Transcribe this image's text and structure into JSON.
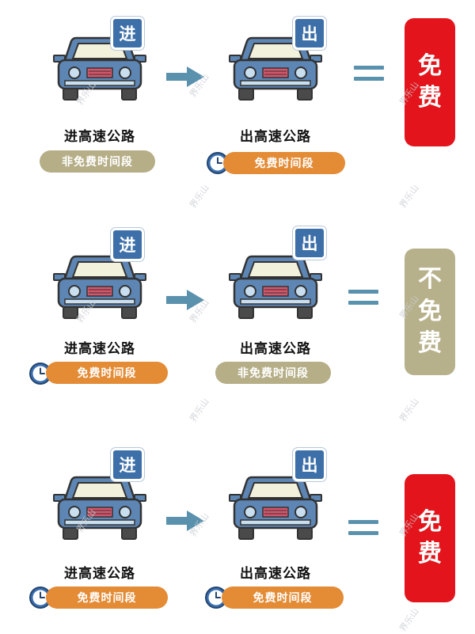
{
  "labels": {
    "enter_badge": "进",
    "exit_badge": "出",
    "enter_highway": "进高速公路",
    "exit_highway": "出高速公路",
    "free_period": "免费时间段",
    "nonfree_period": "非免费时间段"
  },
  "results": {
    "free": [
      "免",
      "费"
    ],
    "not_free": [
      "不",
      "免",
      "费"
    ]
  },
  "watermark": "界乐山",
  "colors": {
    "car_body": "#5d86b5",
    "badge": "#3d6fa8",
    "free_pill": "#e38b35",
    "nonfree_pill": "#b5ae87",
    "result_free": "#e3141b",
    "result_not_free": "#b7b18b",
    "arrow": "#5a91ad"
  }
}
